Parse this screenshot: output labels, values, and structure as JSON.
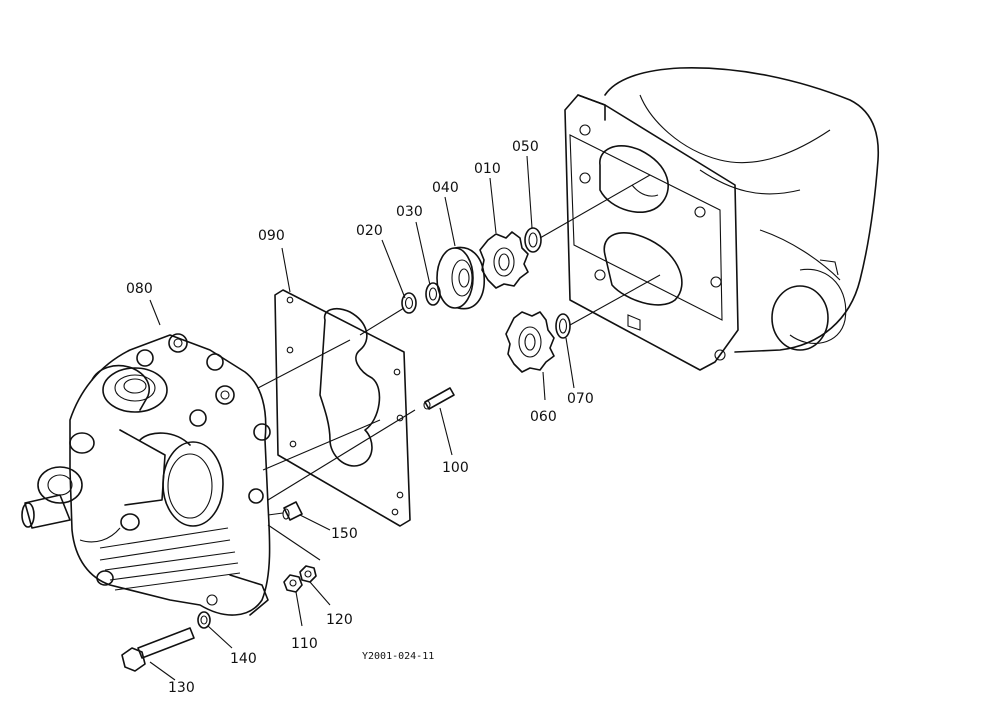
{
  "callouts": {
    "c010": "010",
    "c020": "020",
    "c030": "030",
    "c040": "040",
    "c050": "050",
    "c060": "060",
    "c070": "070",
    "c080": "080",
    "c090": "090",
    "c100": "100",
    "c110": "110",
    "c120": "120",
    "c130": "130",
    "c140": "140",
    "c150": "150"
  },
  "figure_ref": "Y2001-024-11"
}
